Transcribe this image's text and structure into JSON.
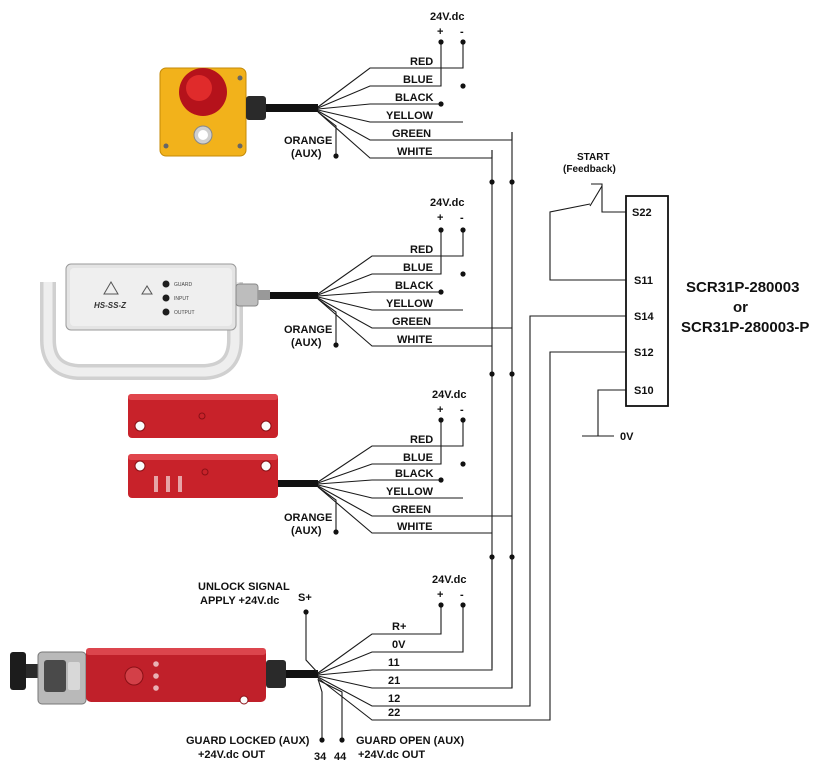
{
  "supply": {
    "label": "24V.dc",
    "plus": "+",
    "minus": "-"
  },
  "wire_colors": {
    "red": "RED",
    "blue": "BLUE",
    "black": "BLACK",
    "yellow": "YELLOW",
    "green": "GREEN",
    "white": "WHITE",
    "orange": "ORANGE",
    "aux": "(AUX)"
  },
  "start": {
    "line1": "START",
    "line2": "(Feedback)"
  },
  "relay": {
    "model_line1": "SCR31P-280003",
    "model_or": "or",
    "model_line2": "SCR31P-280003-P",
    "terminals": [
      "S22",
      "S11",
      "S14",
      "S12",
      "S10"
    ],
    "zero_volt": "0V"
  },
  "device2": {
    "model_text": "HS-SS-Z",
    "led_labels": [
      "GUARD",
      "INPUT",
      "OUTPUT"
    ]
  },
  "interlock": {
    "unlock_line1": "UNLOCK SIGNAL",
    "unlock_line2": "APPLY +24V.dc",
    "s_plus": "S+",
    "wires": [
      "R+",
      "0V",
      "11",
      "21",
      "12",
      "22"
    ],
    "guard_locked_line1": "GUARD LOCKED (AUX)",
    "guard_locked_line2": "+24V.dc OUT",
    "guard_open_line1": "GUARD OPEN (AUX)",
    "guard_open_line2": "+24V.dc OUT",
    "term_34": "34",
    "term_44": "44"
  }
}
